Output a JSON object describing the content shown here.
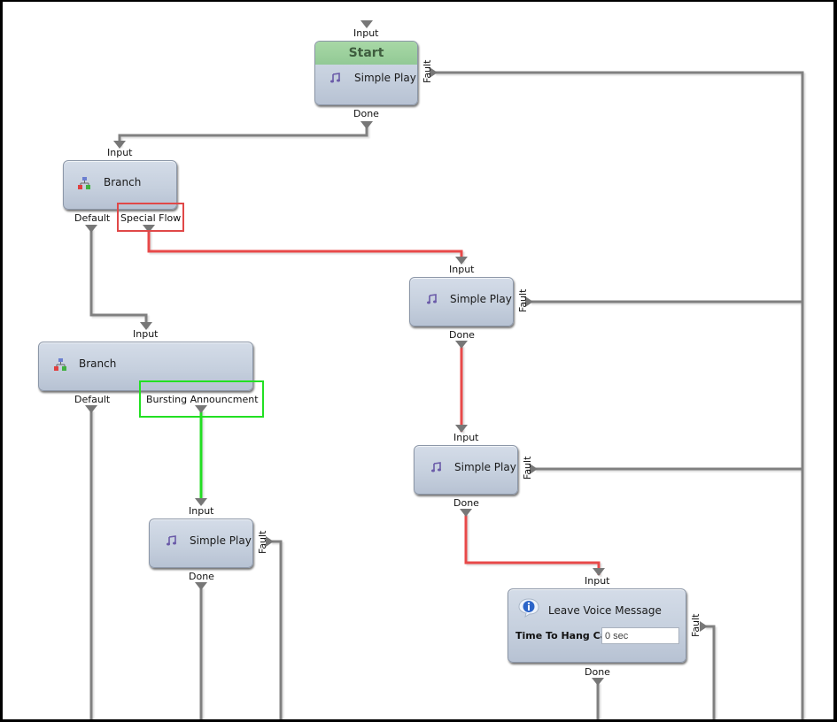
{
  "colors": {
    "wire": "#808080",
    "wire_active": "#e84a4a",
    "wire_selected": "#22dd22",
    "highlight_red": "#e04848",
    "highlight_green": "#22e022",
    "start_header": "#a8d8a6",
    "node_body": "#c6d0de"
  },
  "nodes": {
    "start": {
      "header": "Start",
      "title": "Simple Play",
      "icon": "music-note-icon",
      "input_label": "Input",
      "done_label": "Done",
      "fault_label": "Fault"
    },
    "branch1": {
      "title": "Branch",
      "icon": "branch-icon",
      "input_label": "Input",
      "default_label": "Default",
      "special_label": "Special Flow"
    },
    "branch2": {
      "title": "Branch",
      "icon": "branch-icon",
      "input_label": "Input",
      "default_label": "Default",
      "bursting_label": "Bursting Announcment"
    },
    "play_right1": {
      "title": "Simple Play",
      "icon": "music-note-icon",
      "input_label": "Input",
      "done_label": "Done",
      "fault_label": "Fault"
    },
    "play_right2": {
      "title": "Simple Play",
      "icon": "music-note-icon",
      "input_label": "Input",
      "done_label": "Done",
      "fault_label": "Fault"
    },
    "play_left": {
      "title": "Simple Play",
      "icon": "music-note-icon",
      "input_label": "Input",
      "done_label": "Done",
      "fault_label": "Fault"
    },
    "voice": {
      "title": "Leave Voice Message",
      "icon": "info-bubble-icon",
      "input_label": "Input",
      "done_label": "Done",
      "fault_label": "Fault",
      "field_label": "Time To Hang Call",
      "field_value": "0 sec"
    }
  }
}
